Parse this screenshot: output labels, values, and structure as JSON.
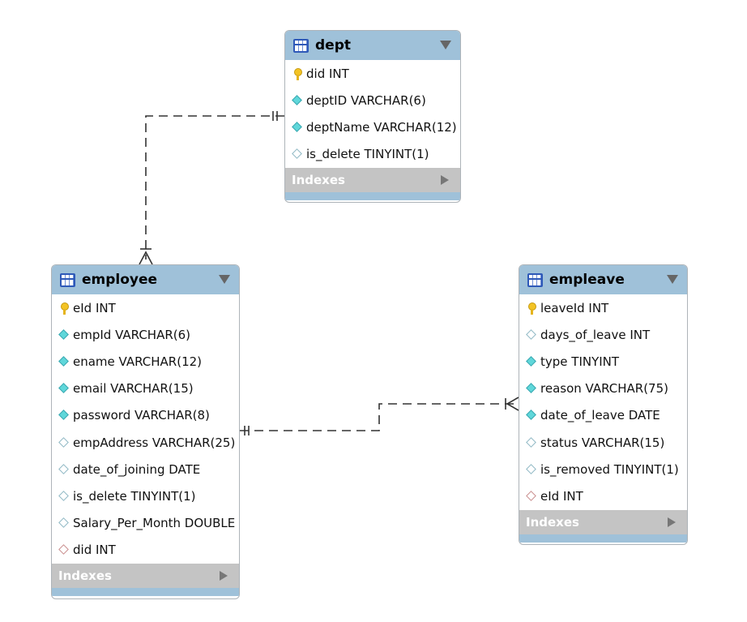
{
  "tables": {
    "dept": {
      "name": "dept",
      "indexes_label": "Indexes",
      "columns": [
        {
          "label": "did INT",
          "icon": "primary-key-icon"
        },
        {
          "label": "deptID VARCHAR(6)",
          "icon": "not-null-column-icon"
        },
        {
          "label": "deptName VARCHAR(12)",
          "icon": "not-null-column-icon"
        },
        {
          "label": "is_delete TINYINT(1)",
          "icon": "nullable-column-icon"
        }
      ]
    },
    "employee": {
      "name": "employee",
      "indexes_label": "Indexes",
      "columns": [
        {
          "label": "eId INT",
          "icon": "primary-key-icon"
        },
        {
          "label": "empId VARCHAR(6)",
          "icon": "not-null-column-icon"
        },
        {
          "label": "ename VARCHAR(12)",
          "icon": "not-null-column-icon"
        },
        {
          "label": "email VARCHAR(15)",
          "icon": "not-null-column-icon"
        },
        {
          "label": "password VARCHAR(8)",
          "icon": "not-null-column-icon"
        },
        {
          "label": "empAddress VARCHAR(25)",
          "icon": "nullable-column-icon"
        },
        {
          "label": "date_of_joining DATE",
          "icon": "nullable-column-icon"
        },
        {
          "label": "is_delete TINYINT(1)",
          "icon": "nullable-column-icon"
        },
        {
          "label": "Salary_Per_Month DOUBLE",
          "icon": "nullable-column-icon"
        },
        {
          "label": "did INT",
          "icon": "foreign-key-icon"
        }
      ]
    },
    "empleave": {
      "name": "empleave",
      "indexes_label": "Indexes",
      "columns": [
        {
          "label": "leaveId INT",
          "icon": "primary-key-icon"
        },
        {
          "label": "days_of_leave INT",
          "icon": "nullable-column-icon"
        },
        {
          "label": "type TINYINT",
          "icon": "not-null-column-icon"
        },
        {
          "label": "reason VARCHAR(75)",
          "icon": "not-null-column-icon"
        },
        {
          "label": "date_of_leave DATE",
          "icon": "not-null-column-icon"
        },
        {
          "label": "status VARCHAR(15)",
          "icon": "nullable-column-icon"
        },
        {
          "label": "is_removed TINYINT(1)",
          "icon": "nullable-column-icon"
        },
        {
          "label": "eId INT",
          "icon": "foreign-key-icon"
        }
      ]
    }
  },
  "relationships": [
    {
      "from": "dept",
      "to": "employee",
      "from_cardinality": "one",
      "to_cardinality": "one-or-many",
      "style": "dashed"
    },
    {
      "from": "employee",
      "to": "empleave",
      "from_cardinality": "one",
      "to_cardinality": "one-or-many",
      "style": "dashed"
    }
  ],
  "colors": {
    "header": "#9fc1d9",
    "indexes_bar": "#c4c4c4",
    "border": "#aeb4b9",
    "connector": "#333333",
    "not_null_diamond": "#5fd7da",
    "key": "#f3c324",
    "foreign_key_outline": "#c98e8e"
  }
}
